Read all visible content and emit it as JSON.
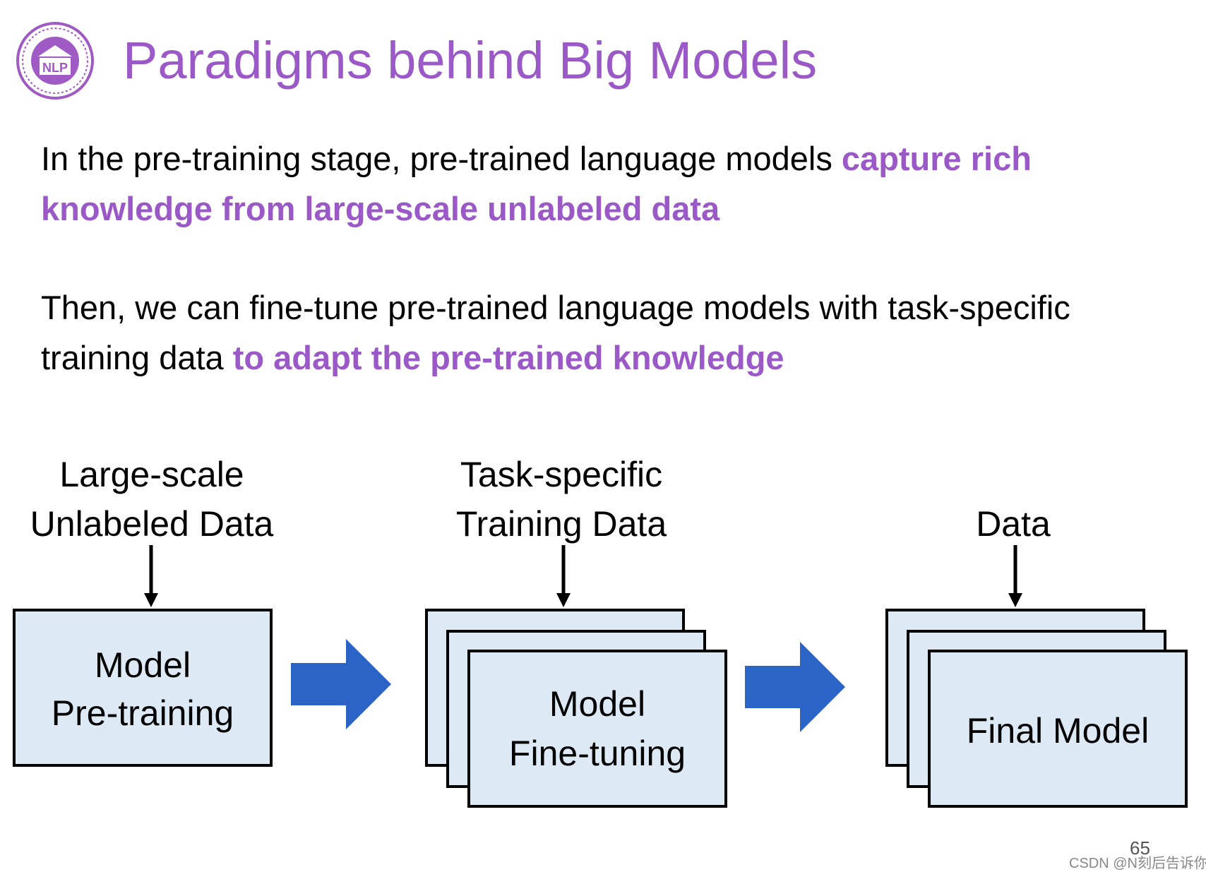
{
  "slide": {
    "title": "Paradigms behind Big Models",
    "logo_text": "NLP",
    "accent_color": "#9b59c8",
    "page_number": "65",
    "watermark": "CSDN @N刻后告诉你"
  },
  "paragraphs": [
    {
      "plain": "In the pre-training stage,  pre-trained language models ",
      "highlight": "capture rich knowledge from large-scale unlabeled data"
    },
    {
      "plain": "Then, we can fine-tune pre-trained language models with task-specific training data ",
      "highlight": "to adapt the pre-trained knowledge"
    }
  ],
  "diagram": {
    "box_fill": "#ddeaf6",
    "arrow_color": "#2b63c6",
    "stages": [
      {
        "input_line1": "Large-scale",
        "input_line2": "Unlabeled Data",
        "box_line1": "Model",
        "box_line2": "Pre-training"
      },
      {
        "input_line1": "Task-specific",
        "input_line2": "Training Data",
        "box_line1": "Model",
        "box_line2": "Fine-tuning"
      },
      {
        "input_line1": "",
        "input_line2": "Data",
        "box_line1": "Final Model",
        "box_line2": ""
      }
    ]
  }
}
